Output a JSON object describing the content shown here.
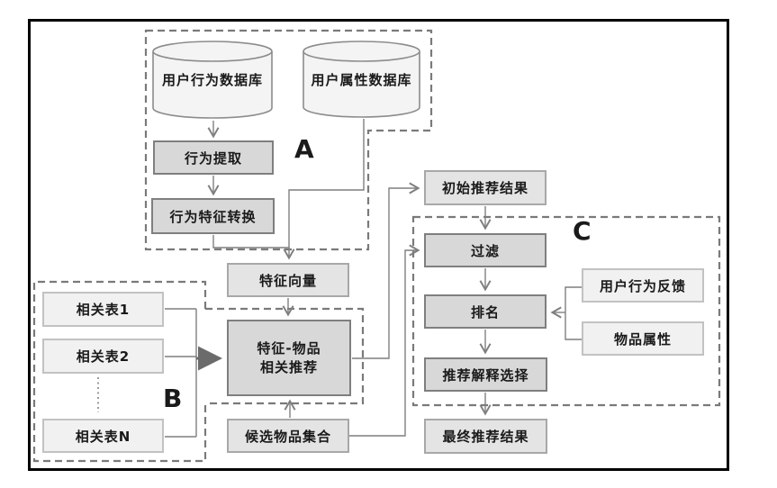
{
  "figure": {
    "groups": {
      "a": "A",
      "b": "B",
      "c": "C"
    },
    "nodes": {
      "db_behavior": "用户行为数据库",
      "db_attribute": "用户属性数据库",
      "behavior_extract": "行为提取",
      "behavior_transform": "行为特征转换",
      "feature_vector": "特征向量",
      "table1": "相关表1",
      "table2": "相关表2",
      "tableN": "相关表N",
      "feature_item_line1": "特征-物品",
      "feature_item_line2": "相关推荐",
      "candidate_set": "候选物品集合",
      "initial_result": "初始推荐结果",
      "filter": "过滤",
      "ranking": "排名",
      "user_feedback": "用户行为反馈",
      "item_attribute": "物品属性",
      "explain_select": "推荐解释选择",
      "final_result": "最终推荐结果"
    },
    "colors": {
      "frame": "#000000",
      "line": "#7f7f7f",
      "thick": "#6b6b6b",
      "dash": "#7a7a7a",
      "dark-fill": "#d8d8d8",
      "dark-border": "#7f7f7f",
      "mid-fill": "#e4e4e4",
      "mid-border": "#a8a8a8",
      "light-fill": "#f1f1f1",
      "light-border": "#c2c2c2",
      "cyl-fill": "#f4f4f4",
      "cyl-border": "#8c8c8c",
      "text": "#1a1a1a"
    }
  }
}
